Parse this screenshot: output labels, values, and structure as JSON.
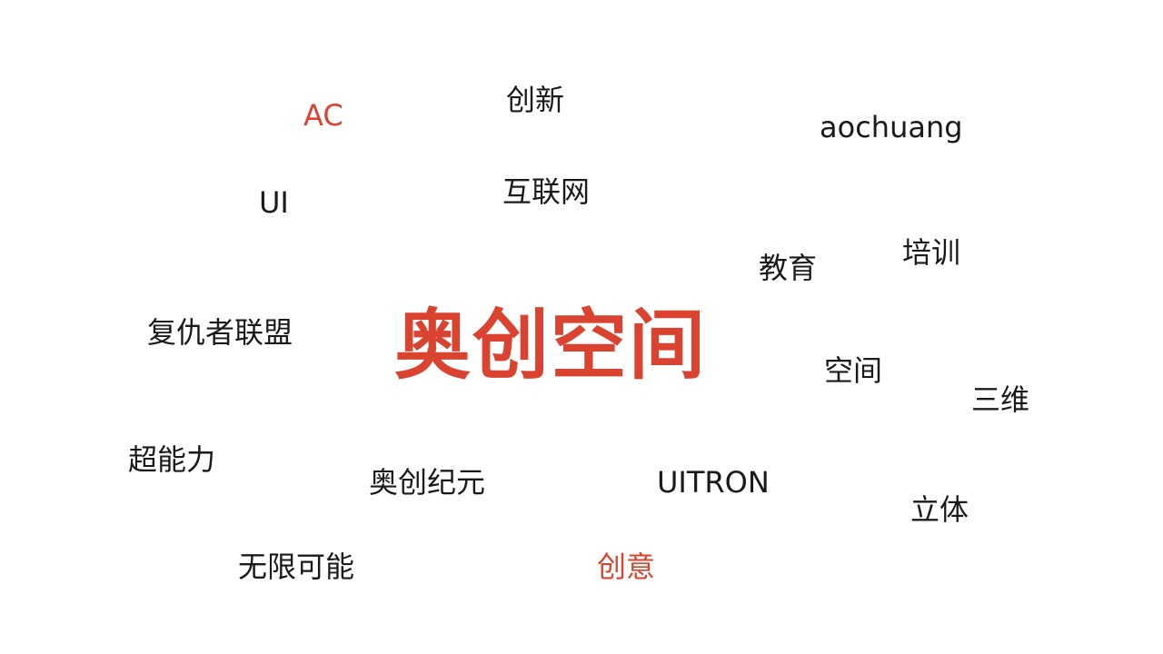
{
  "colors": {
    "accent": "#d9432f",
    "text": "#1a1a1a",
    "background": "#ffffff"
  },
  "main_word": "奥创空间",
  "words": {
    "ac": "AC",
    "chuangxin": "创新",
    "aochuang": "aochuang",
    "ui": "UI",
    "hulianwang": "互联网",
    "jiaoyu": "教育",
    "peixun": "培训",
    "fuchouzhe": "复仇者联盟",
    "kongjian": "空间",
    "sanwei": "三维",
    "chaonengli": "超能力",
    "aochuangjiyuan": "奥创纪元",
    "uitron": "UITRON",
    "liti": "立体",
    "wuxiankeneng": "无限可能",
    "chuangyi": "创意"
  }
}
